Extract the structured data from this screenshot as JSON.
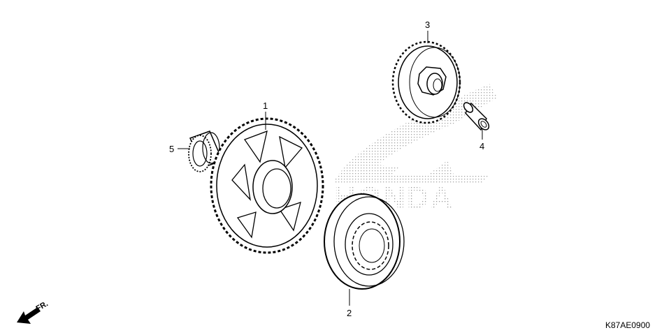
{
  "diagram": {
    "code": "K87AE0900",
    "direction_label": "FR.",
    "callouts": [
      {
        "id": "1",
        "label": "1"
      },
      {
        "id": "2",
        "label": "2"
      },
      {
        "id": "3",
        "label": "3"
      },
      {
        "id": "4",
        "label": "4"
      },
      {
        "id": "5",
        "label": "5"
      }
    ],
    "watermark": {
      "brand": "HONDA",
      "color": "#bdbdbd"
    },
    "icons": {
      "direction": "arrow-down-left-icon"
    },
    "colors": {
      "line": "#000000",
      "background": "#ffffff"
    }
  }
}
